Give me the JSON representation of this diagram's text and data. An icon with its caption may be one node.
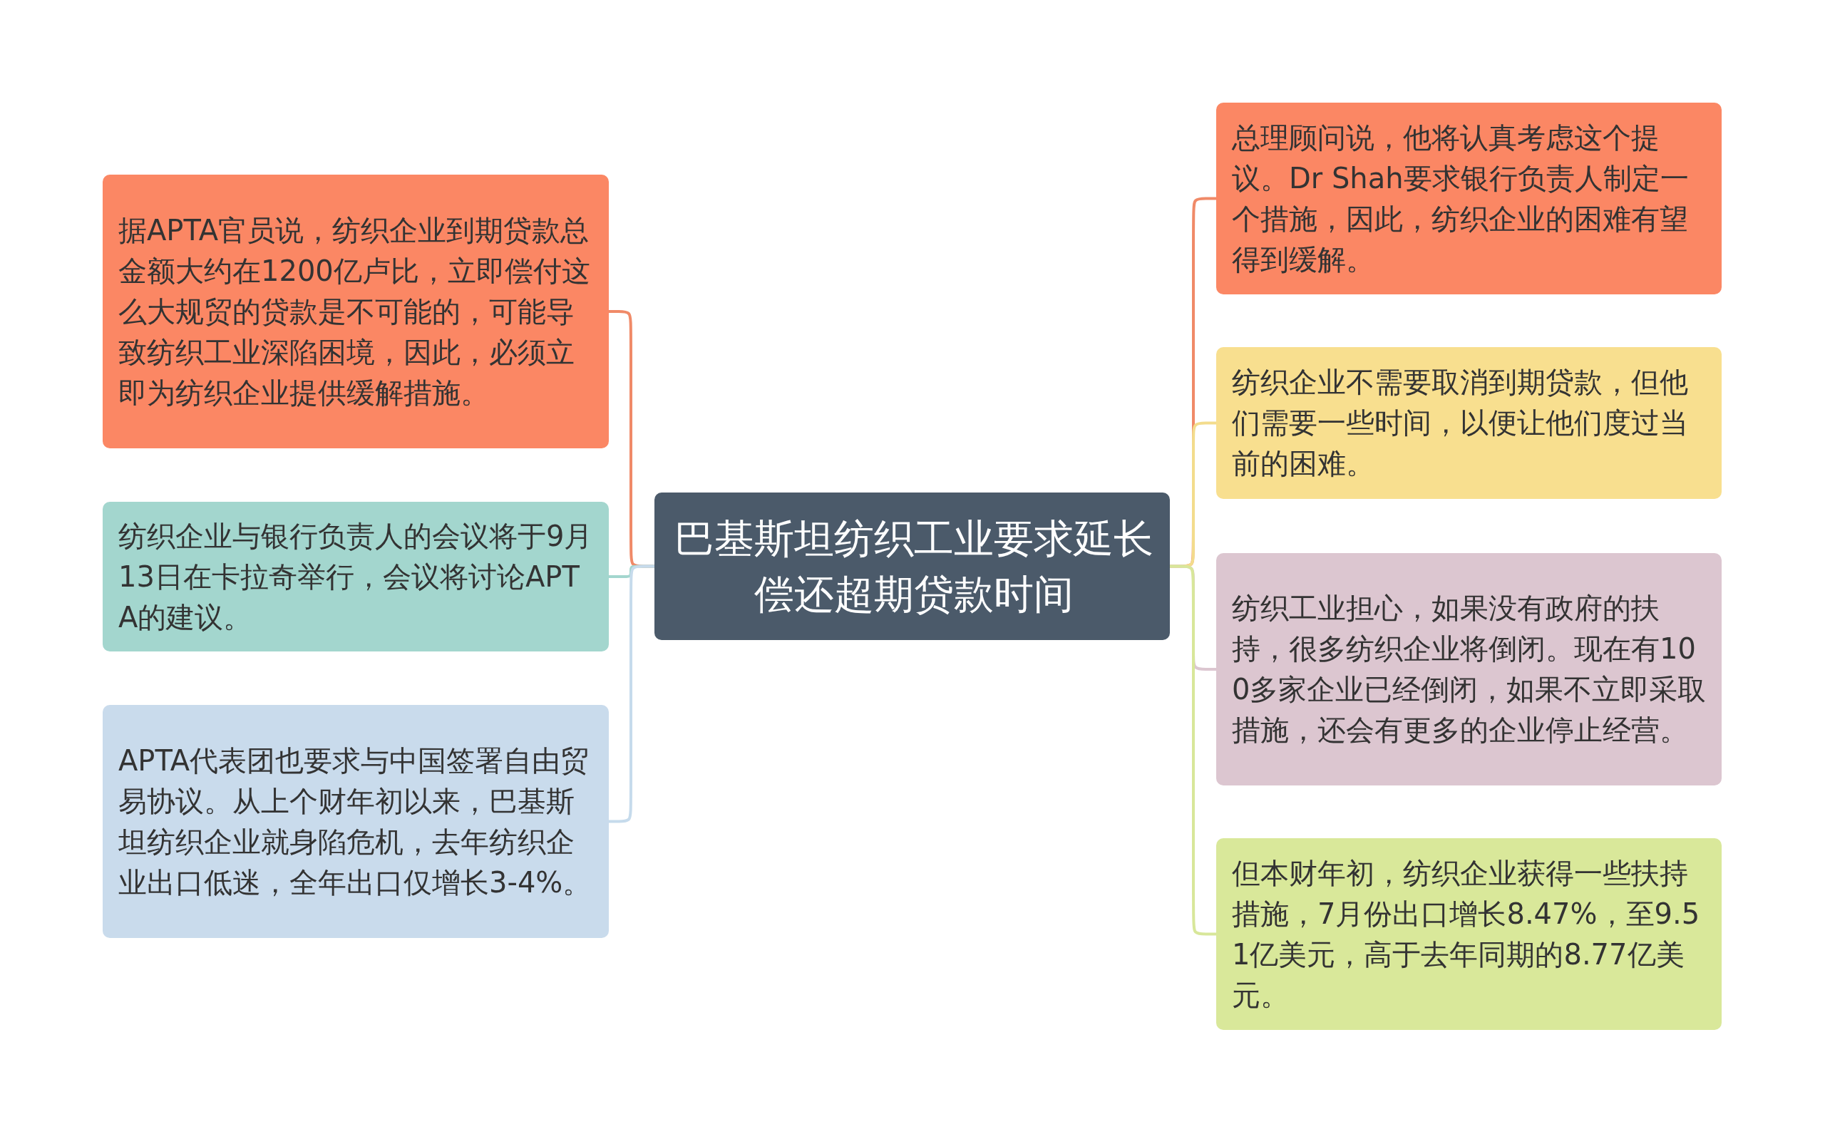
{
  "diagram": {
    "nodes": [
      {
        "text": [
          "巴基斯坦纺织工业要求延长偿还超期贷款时间"
        ]
      },
      {
        "text": [
          "据APTA官员说，纺织企业到期贷款总金额大约在1200亿卢比，立即偿付这么大规贸的贷款是不可能的，可能导致纺织工业深陷困境，因此，必须立即为纺织企业提供缓解措施。"
        ]
      },
      {
        "text": [
          "纺织企业与银行负责人的会议将于9月13日在卡拉奇举行，会议将讨论APTA的建议。"
        ]
      },
      {
        "text": [
          "APTA代表团也要求与中国签署自由贸易协议。从上个财年初以来，巴基斯坦纺织企业就身陷危机，去年纺织企业出口低迷，全年出口仅增长3-4%。"
        ]
      },
      {
        "text": [
          "总理顾问说，他将认真考虑这个提议。Dr Shah要求银行负责人制定一个措施，因此，纺织企业的困难有望得到缓解。"
        ]
      },
      {
        "text": [
          "纺织企业不需要取消到期贷款，但他们需要一些时间，以便让他们度过当前的困难。"
        ]
      },
      {
        "text": [
          "纺织工业担心，如果没有政府的扶持，很多纺织企业将倒闭。现在有100多家企业已经倒闭，如果不立即采取措施，还会有更多的企业停止经营。"
        ]
      },
      {
        "text": [
          "但本财年初，纺织企业获得一些扶持措施，7月份出口增长8.47%，至9.51亿美元，高于去年同期的8.77亿美元。"
        ]
      }
    ],
    "edges": [
      {
        "from": 0,
        "to": 1,
        "arrow": "none",
        "color": "#f08a68"
      },
      {
        "from": 0,
        "to": 2,
        "arrow": "none",
        "color": "#a3d6ce"
      },
      {
        "from": 0,
        "to": 3,
        "arrow": "none",
        "color": "#c6dbec"
      },
      {
        "from": 0,
        "to": 4,
        "arrow": "none",
        "color": "#f08a68"
      },
      {
        "from": 0,
        "to": 5,
        "arrow": "none",
        "color": "#f3dc8c"
      },
      {
        "from": 0,
        "to": 6,
        "arrow": "none",
        "color": "#dcc6d0"
      },
      {
        "from": 0,
        "to": 7,
        "arrow": "none",
        "color": "#d8e79a"
      }
    ]
  }
}
